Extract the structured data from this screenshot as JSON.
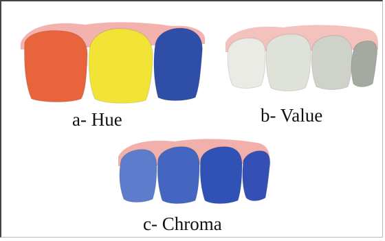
{
  "figure": {
    "panels": [
      {
        "id": "hue",
        "caption": "a- Hue",
        "tooth_colors": [
          "#e8643c",
          "#f2e436",
          "#2f4ea8"
        ],
        "gum_color": "#f3b2ad"
      },
      {
        "id": "value",
        "caption": "b- Value",
        "tooth_colors": [
          "#e9ebe4",
          "#dfe2d9",
          "#cfd2c8",
          "#a5aaa1"
        ],
        "gum_color": "#f4c2bc"
      },
      {
        "id": "chroma",
        "caption": "c- Chroma",
        "tooth_colors": [
          "#5e7ccc",
          "#4466c0",
          "#3052b4",
          "#3550b4"
        ],
        "gum_color": "#f2b0ab"
      }
    ]
  }
}
